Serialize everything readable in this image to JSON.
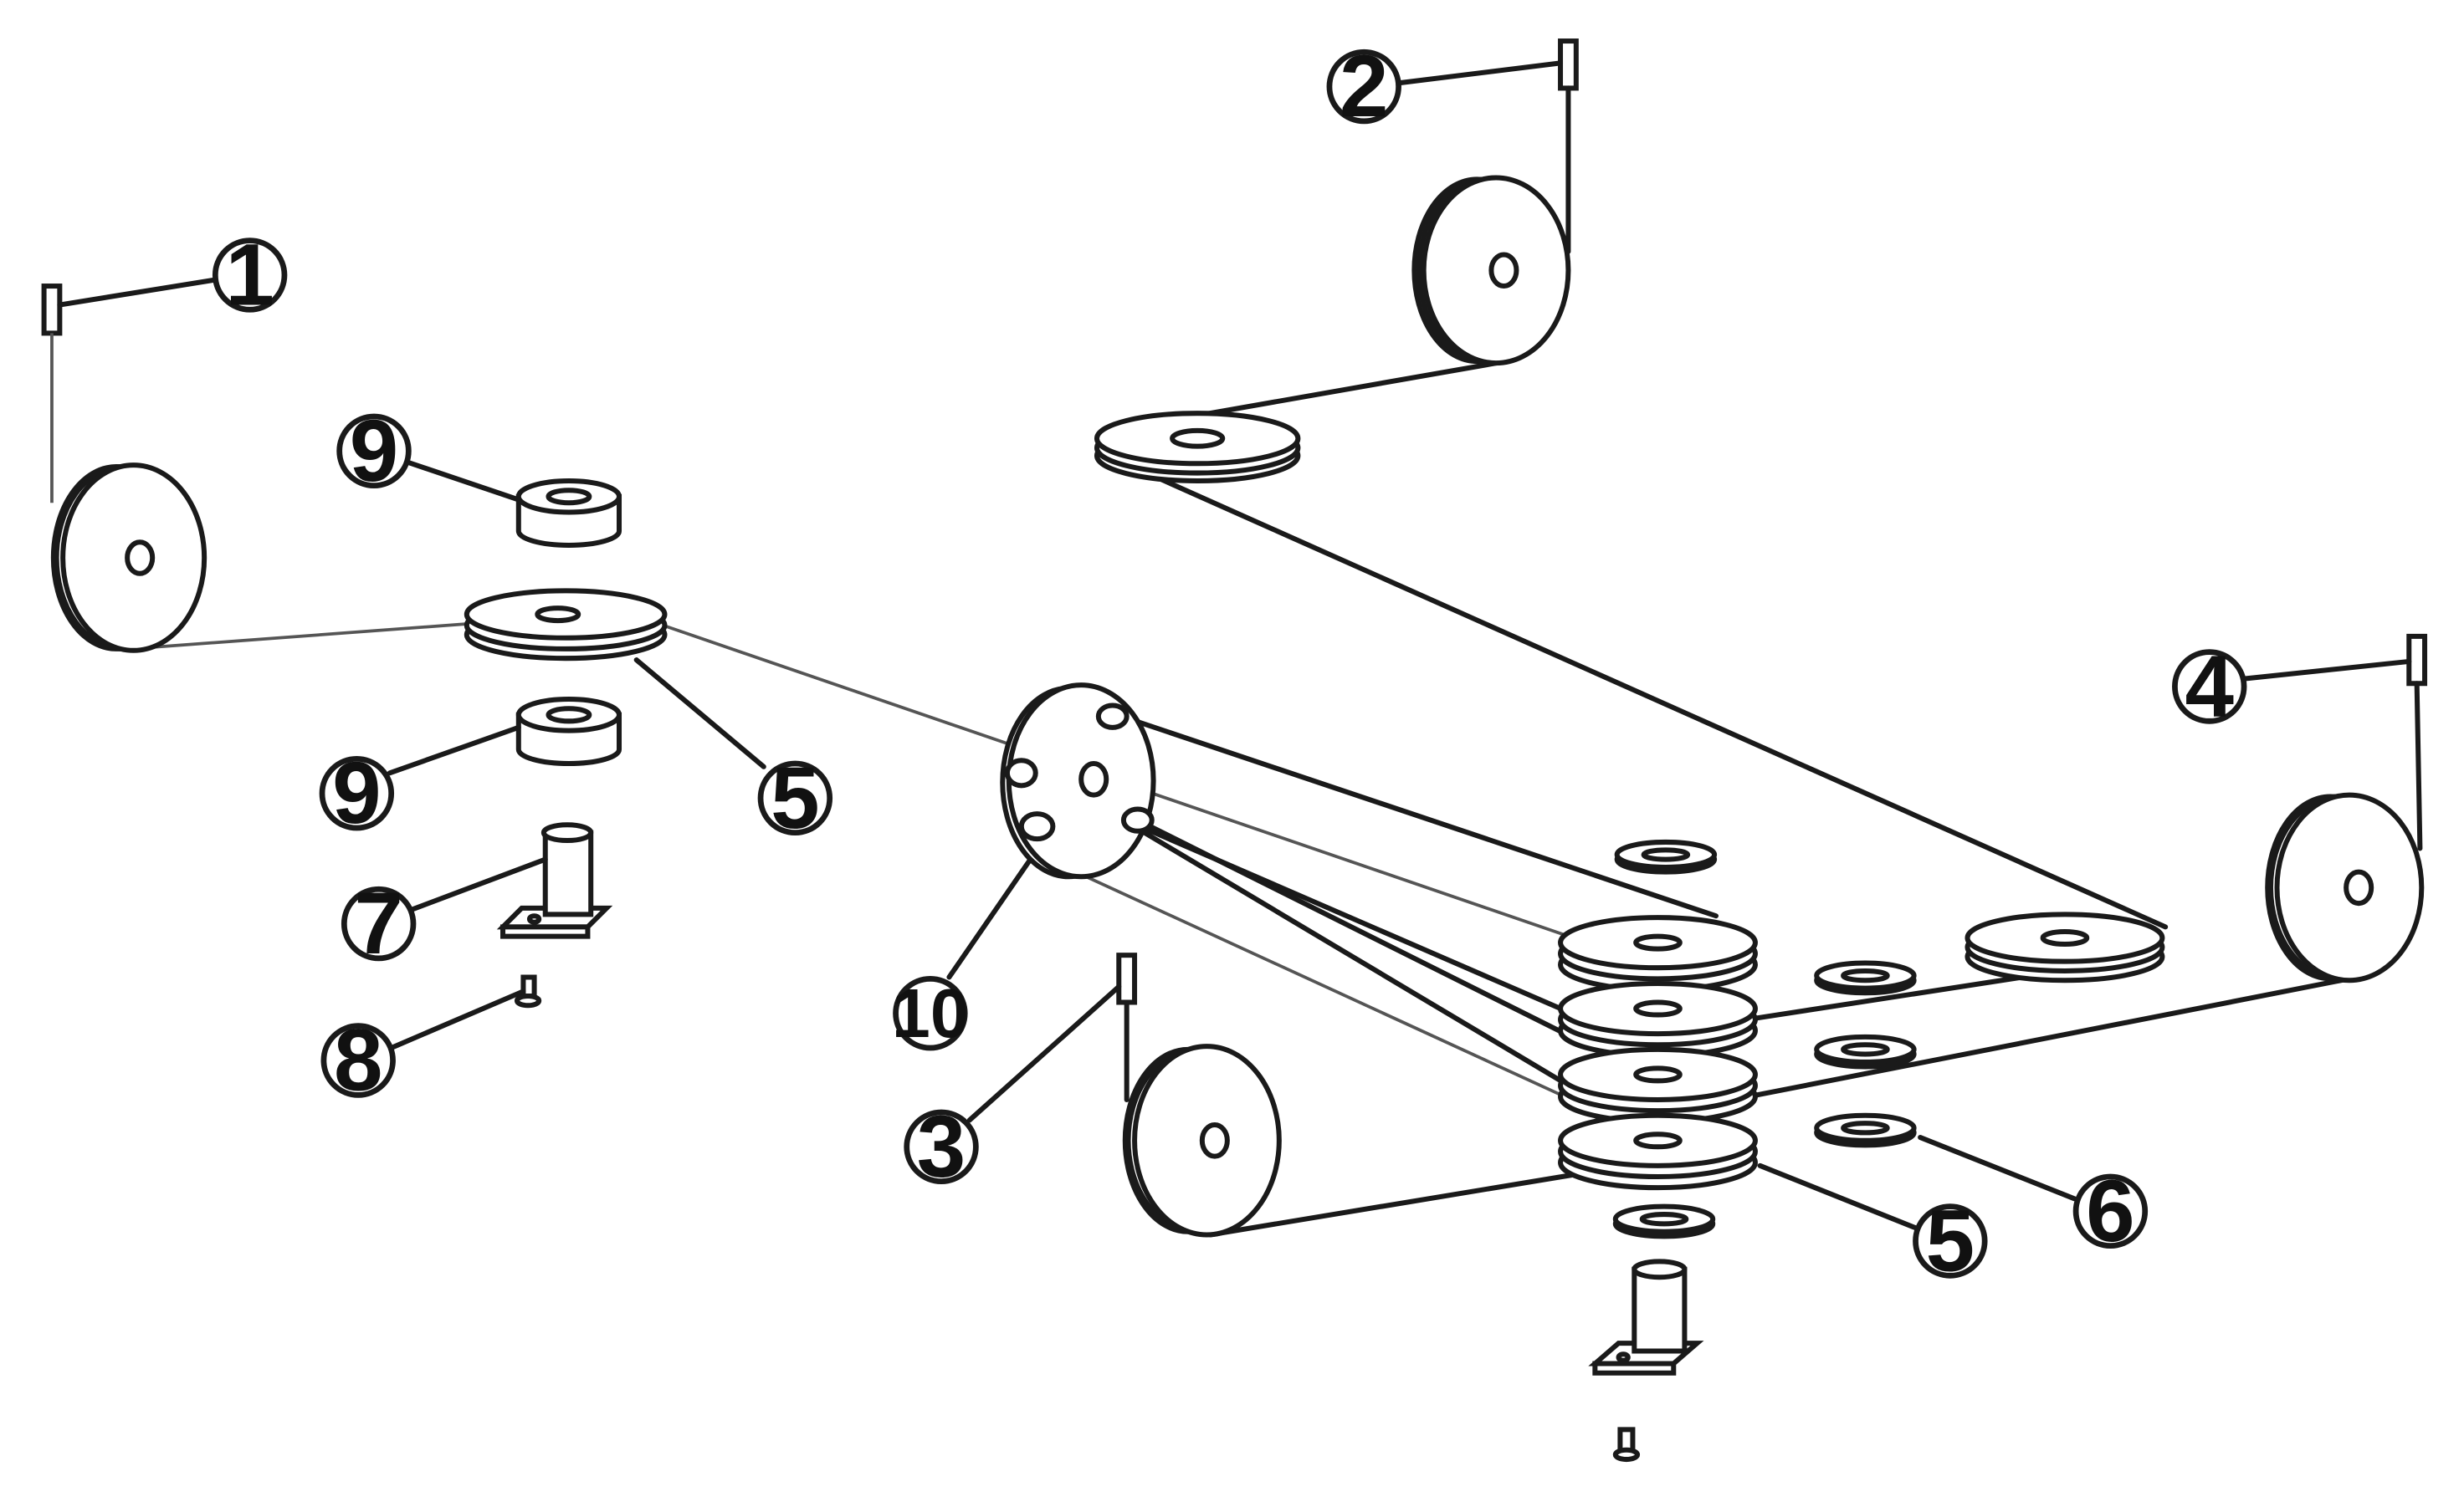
{
  "colors": {
    "stroke": "#1a1a1a",
    "background": "#ffffff",
    "thin_line": "#555555"
  },
  "callouts": {
    "c1": "1",
    "c2": "2",
    "c3": "3",
    "c4": "4",
    "c5a": "5",
    "c5b": "5",
    "c6": "6",
    "c7": "7",
    "c8": "8",
    "c9a": "9",
    "c9b": "9",
    "c10": "10"
  }
}
